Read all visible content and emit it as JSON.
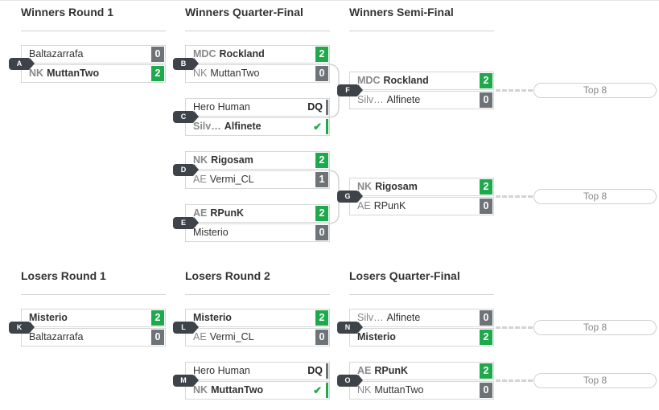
{
  "rounds": {
    "wr1": "Winners Round 1",
    "wqf": "Winners Quarter-Final",
    "wsf": "Winners Semi-Final",
    "lr1": "Losers Round 1",
    "lr2": "Losers Round 2",
    "lqf": "Losers Quarter-Final"
  },
  "matches": {
    "A": {
      "label": "A",
      "p1": {
        "prefix": "",
        "name": "Baltazarrafa",
        "score": "0",
        "winner": false
      },
      "p2": {
        "prefix": "NK",
        "name": "MuttanTwo",
        "score": "2",
        "winner": true
      }
    },
    "B": {
      "label": "B",
      "p1": {
        "prefix": "MDC",
        "name": "Rockland",
        "score": "2",
        "winner": true
      },
      "p2": {
        "prefix": "NK",
        "name": "MuttanTwo",
        "score": "0",
        "winner": false
      }
    },
    "C": {
      "label": "C",
      "p1": {
        "prefix": "",
        "name": "Hero Human",
        "score": "DQ",
        "winner": false
      },
      "p2": {
        "prefix": "Silv…",
        "name": "Alfinete",
        "score": "✔",
        "winner": true
      }
    },
    "D": {
      "label": "D",
      "p1": {
        "prefix": "NK",
        "name": "Rigosam",
        "score": "2",
        "winner": true
      },
      "p2": {
        "prefix": "AE",
        "name": "Vermi_CL",
        "score": "1",
        "winner": false
      }
    },
    "E": {
      "label": "E",
      "p1": {
        "prefix": "AE",
        "name": "RPunK",
        "score": "2",
        "winner": true
      },
      "p2": {
        "prefix": "",
        "name": "Misterio",
        "score": "0",
        "winner": false
      }
    },
    "F": {
      "label": "F",
      "p1": {
        "prefix": "MDC",
        "name": "Rockland",
        "score": "2",
        "winner": true
      },
      "p2": {
        "prefix": "Silv…",
        "name": "Alfinete",
        "score": "0",
        "winner": false
      }
    },
    "G": {
      "label": "G",
      "p1": {
        "prefix": "NK",
        "name": "Rigosam",
        "score": "2",
        "winner": true
      },
      "p2": {
        "prefix": "AE",
        "name": "RPunK",
        "score": "0",
        "winner": false
      }
    },
    "K": {
      "label": "K",
      "p1": {
        "prefix": "",
        "name": "Misterio",
        "score": "2",
        "winner": true
      },
      "p2": {
        "prefix": "",
        "name": "Baltazarrafa",
        "score": "0",
        "winner": false
      }
    },
    "L": {
      "label": "L",
      "p1": {
        "prefix": "",
        "name": "Misterio",
        "score": "2",
        "winner": true
      },
      "p2": {
        "prefix": "AE",
        "name": "Vermi_CL",
        "score": "0",
        "winner": false
      }
    },
    "M": {
      "label": "M",
      "p1": {
        "prefix": "",
        "name": "Hero Human",
        "score": "DQ",
        "winner": false
      },
      "p2": {
        "prefix": "NK",
        "name": "MuttanTwo",
        "score": "✔",
        "winner": true
      }
    },
    "N": {
      "label": "N",
      "p1": {
        "prefix": "Silv…",
        "name": "Alfinete",
        "score": "0",
        "winner": false
      },
      "p2": {
        "prefix": "",
        "name": "Misterio",
        "score": "2",
        "winner": true
      }
    },
    "O": {
      "label": "O",
      "p1": {
        "prefix": "AE",
        "name": "RPunK",
        "score": "2",
        "winner": true
      },
      "p2": {
        "prefix": "NK",
        "name": "MuttanTwo",
        "score": "0",
        "winner": false
      }
    }
  },
  "top8": {
    "f": "Top 8",
    "g": "Top 8",
    "n": "Top 8",
    "o": "Top 8"
  },
  "colors": {
    "win": "#1ea94c",
    "lose": "#6d7377",
    "tag": "#3d4348"
  }
}
